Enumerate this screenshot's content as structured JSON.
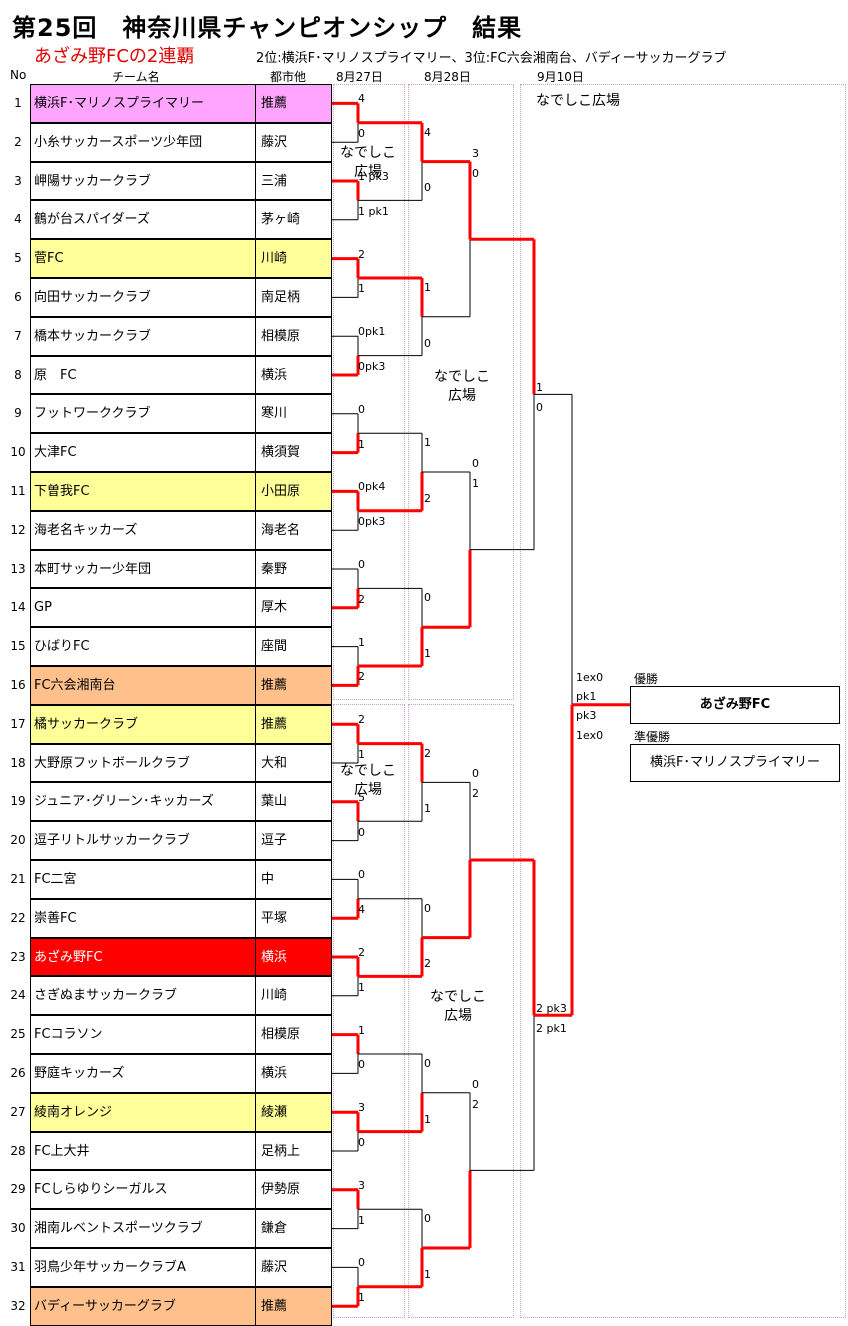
{
  "title": "第25回　神奈川県チャンピオンシップ　結果",
  "subtitle": "あざみ野FCの2連覇",
  "places": "2位:横浜F･マリノスプライマリー、3位:FC六会湘南台、バディーサッカーグラブ",
  "headers": {
    "no": "No",
    "team": "チーム名",
    "city": "都市他",
    "d1": "8月27日",
    "d2": "8月28日",
    "d3": "9月10日"
  },
  "teams": [
    {
      "no": "1",
      "name": "横浜F･マリノスプライマリー",
      "city": "推薦",
      "hl": "pink"
    },
    {
      "no": "2",
      "name": "小糸サッカースポーツ少年団",
      "city": "藤沢",
      "hl": ""
    },
    {
      "no": "3",
      "name": "岬陽サッカークラブ",
      "city": "三浦",
      "hl": ""
    },
    {
      "no": "4",
      "name": "鶴が台スパイダーズ",
      "city": "茅ヶ崎",
      "hl": ""
    },
    {
      "no": "5",
      "name": "菅FC",
      "city": "川崎",
      "hl": "yellow"
    },
    {
      "no": "6",
      "name": "向田サッカークラブ",
      "city": "南足柄",
      "hl": ""
    },
    {
      "no": "7",
      "name": "橋本サッカークラブ",
      "city": "相模原",
      "hl": ""
    },
    {
      "no": "8",
      "name": "原　FC",
      "city": "横浜",
      "hl": ""
    },
    {
      "no": "9",
      "name": "フットワーククラブ",
      "city": "寒川",
      "hl": ""
    },
    {
      "no": "10",
      "name": "大津FC",
      "city": "横須賀",
      "hl": ""
    },
    {
      "no": "11",
      "name": "下曽我FC",
      "city": "小田原",
      "hl": "yellow"
    },
    {
      "no": "12",
      "name": "海老名キッカーズ",
      "city": "海老名",
      "hl": ""
    },
    {
      "no": "13",
      "name": "本町サッカー少年団",
      "city": "秦野",
      "hl": ""
    },
    {
      "no": "14",
      "name": "GP",
      "city": "厚木",
      "hl": ""
    },
    {
      "no": "15",
      "name": "ひばりFC",
      "city": "座間",
      "hl": ""
    },
    {
      "no": "16",
      "name": "FC六会湘南台",
      "city": "推薦",
      "hl": "orange"
    },
    {
      "no": "17",
      "name": "橘サッカークラブ",
      "city": "推薦",
      "hl": "yellow"
    },
    {
      "no": "18",
      "name": "大野原フットボールクラブ",
      "city": "大和",
      "hl": ""
    },
    {
      "no": "19",
      "name": "ジュニア･グリーン･キッカーズ",
      "city": "葉山",
      "hl": ""
    },
    {
      "no": "20",
      "name": "逗子リトルサッカークラブ",
      "city": "逗子",
      "hl": ""
    },
    {
      "no": "21",
      "name": "FC二宮",
      "city": "中",
      "hl": ""
    },
    {
      "no": "22",
      "name": "崇善FC",
      "city": "平塚",
      "hl": ""
    },
    {
      "no": "23",
      "name": "あざみ野FC",
      "city": "横浜",
      "hl": "red"
    },
    {
      "no": "24",
      "name": "さぎぬまサッカークラブ",
      "city": "川崎",
      "hl": ""
    },
    {
      "no": "25",
      "name": "FCコラソン",
      "city": "相模原",
      "hl": ""
    },
    {
      "no": "26",
      "name": "野庭キッカーズ",
      "city": "横浜",
      "hl": ""
    },
    {
      "no": "27",
      "name": "綾南オレンジ",
      "city": "綾瀬",
      "hl": "yellow"
    },
    {
      "no": "28",
      "name": "FC上大井",
      "city": "足柄上",
      "hl": ""
    },
    {
      "no": "29",
      "name": "FCしらゆりシーガルス",
      "city": "伊勢原",
      "hl": ""
    },
    {
      "no": "30",
      "name": "湘南ルベントスポーツクラブ",
      "city": "鎌倉",
      "hl": ""
    },
    {
      "no": "31",
      "name": "羽鳥少年サッカークラブA",
      "city": "藤沢",
      "hl": ""
    },
    {
      "no": "32",
      "name": "バディーサッカーグラブ",
      "city": "推薦",
      "hl": "orange"
    }
  ],
  "bracket": {
    "r1": [
      {
        "top": "4",
        "bot": "0",
        "winner": "top"
      },
      {
        "top": "1 pk3",
        "bot": "1 pk1",
        "winner": "top"
      },
      {
        "top": "2",
        "bot": "1",
        "winner": "top"
      },
      {
        "top": "0pk1",
        "bot": "0pk3",
        "winner": "bot"
      },
      {
        "top": "0",
        "bot": "1",
        "winner": "bot"
      },
      {
        "top": "0pk4",
        "bot": "0pk3",
        "winner": "top"
      },
      {
        "top": "0",
        "bot": "2",
        "winner": "bot"
      },
      {
        "top": "1",
        "bot": "2",
        "winner": "bot"
      },
      {
        "top": "2",
        "bot": "1",
        "winner": "top"
      },
      {
        "top": "5",
        "bot": "0",
        "winner": "top"
      },
      {
        "top": "0",
        "bot": "4",
        "winner": "bot"
      },
      {
        "top": "2",
        "bot": "1",
        "winner": "top"
      },
      {
        "top": "1",
        "bot": "0",
        "winner": "top"
      },
      {
        "top": "3",
        "bot": "0",
        "winner": "top"
      },
      {
        "top": "3",
        "bot": "1",
        "winner": "top"
      },
      {
        "top": "0",
        "bot": "1",
        "winner": "bot"
      }
    ],
    "r2": [
      {
        "top": "4",
        "bot": "0",
        "winner": "top"
      },
      {
        "top": "1",
        "bot": "0",
        "winner": "top"
      },
      {
        "top": "1",
        "bot": "2",
        "winner": "bot"
      },
      {
        "top": "0",
        "bot": "1",
        "winner": "bot"
      },
      {
        "top": "2",
        "bot": "1",
        "winner": "top"
      },
      {
        "top": "0",
        "bot": "2",
        "winner": "bot"
      },
      {
        "top": "0",
        "bot": "1",
        "winner": "bot"
      },
      {
        "top": "0",
        "bot": "1",
        "winner": "bot"
      }
    ],
    "r3": [
      {
        "top": "3",
        "bot": "0",
        "winner": "top"
      },
      {
        "top": "0",
        "bot": "1",
        "winner": "bot"
      },
      {
        "top": "0",
        "bot": "2",
        "winner": "bot"
      },
      {
        "top": "0",
        "bot": "2",
        "winner": "bot"
      }
    ],
    "r4": [
      {
        "top": "1",
        "bot": "0",
        "winner": "top"
      },
      {
        "top": "2 pk3",
        "bot": "2 pk1",
        "winner": "top"
      }
    ],
    "final": {
      "top": "1ex0",
      "top2": "pk1",
      "bot2": "pk3",
      "bot": "1ex0",
      "winner": "bot"
    }
  },
  "venues": {
    "v1": "なでしこ\n広場",
    "v2": "なでしこ\n広場",
    "v3": "なでしこ\n広場",
    "v4": "なでしこ\n広場",
    "main": "なでしこ広場"
  },
  "results": {
    "champion_label": "優勝",
    "champion": "あざみ野FC",
    "runnerup_label": "準優勝",
    "runnerup": "横浜F･マリノスプライマリー"
  },
  "colors": {
    "winner_line": "#ff0000",
    "loser_line": "#000000"
  }
}
